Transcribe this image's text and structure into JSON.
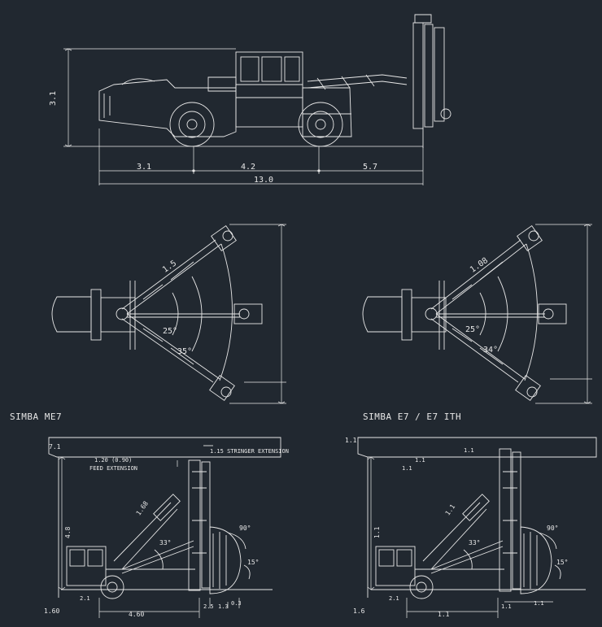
{
  "side_view": {
    "height_label": "3.1",
    "seg_left": "3.1",
    "seg_mid": "4.2",
    "seg_right": "5.7",
    "total": "13.0"
  },
  "top_left": {
    "boom_label": "1.5",
    "angle_center": "25°",
    "angle_lower": "35°"
  },
  "top_right": {
    "boom_label": "1.08",
    "angle_center": "25°",
    "angle_lower": "34°"
  },
  "captions": {
    "left": "SIMBA ME7",
    "right": "SIMBA E7 / E7 ITH"
  },
  "bottom_left": {
    "roof_label": "7.1",
    "feed_ext": "1.20 (0.90)",
    "feed_ext_text": "FEED EXTENSION",
    "stinger_ext": "1.15 STRINGER EXTENSION",
    "height_label": "4.8",
    "boom_label": "1.68",
    "angle_a": "33°",
    "angle_b": "90°",
    "angle_c": "15°",
    "ground_left": "1.60",
    "base_dim": "4.60",
    "small_left": "2.1",
    "small_mid": "2.5",
    "small_right": "1.3",
    "small_far": "0.3"
  },
  "bottom_right": {
    "roof_label": "1.1",
    "top_label": "1.1",
    "ext_label": "1.1",
    "sub_label": "1.1",
    "height_label": "1.1",
    "boom_label": "1.1",
    "angle_a": "33°",
    "angle_b": "90°",
    "angle_c": "15°",
    "ground_left": "1.6",
    "base_dim": "1.1",
    "small_left": "2.1",
    "small_mid": "1.1",
    "small_right": "1.1"
  }
}
